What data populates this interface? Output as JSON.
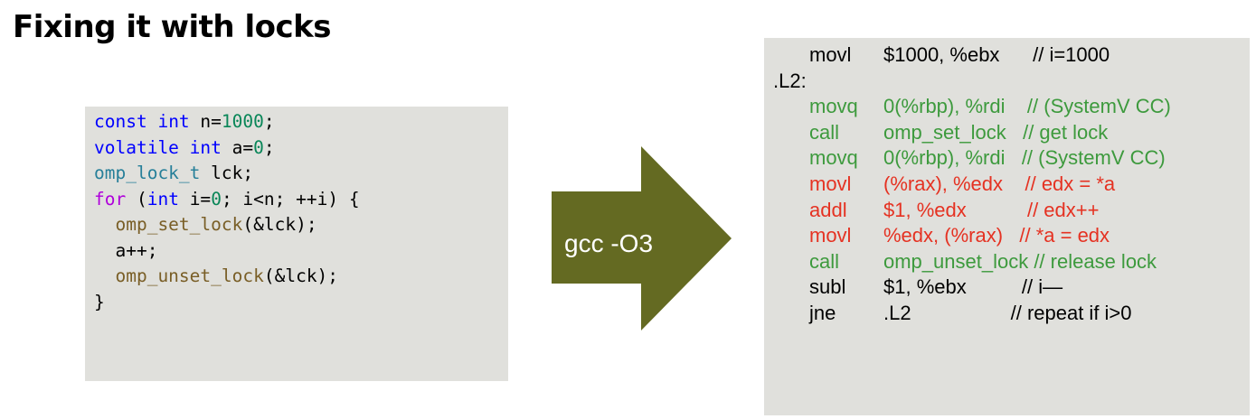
{
  "title": "Fixing it with locks",
  "source_code": {
    "lines": [
      [
        {
          "t": "const",
          "c": "kw"
        },
        {
          "t": " "
        },
        {
          "t": "int",
          "c": "kw"
        },
        {
          "t": " n="
        },
        {
          "t": "1000",
          "c": "num"
        },
        {
          "t": ";"
        }
      ],
      [
        {
          "t": "volatile",
          "c": "kw"
        },
        {
          "t": " "
        },
        {
          "t": "int",
          "c": "kw"
        },
        {
          "t": " a="
        },
        {
          "t": "0",
          "c": "num"
        },
        {
          "t": ";"
        }
      ],
      [
        {
          "t": "omp_lock_t",
          "c": "typ"
        },
        {
          "t": " lck;"
        }
      ],
      [
        {
          "t": "for",
          "c": "ctl"
        },
        {
          "t": " ("
        },
        {
          "t": "int",
          "c": "kw"
        },
        {
          "t": " i="
        },
        {
          "t": "0",
          "c": "num"
        },
        {
          "t": "; i<n; ++i) {"
        }
      ],
      [
        {
          "t": "  "
        },
        {
          "t": "omp_set_lock",
          "c": "fn"
        },
        {
          "t": "(&lck);"
        }
      ],
      [
        {
          "t": "  a++;"
        }
      ],
      [
        {
          "t": "  "
        },
        {
          "t": "omp_unset_lock",
          "c": "fn"
        },
        {
          "t": "(&lck);"
        }
      ],
      [
        {
          "t": "}"
        }
      ]
    ]
  },
  "arrow": {
    "label": "gcc -O3",
    "color": "#646a22"
  },
  "assembly": {
    "colors": {
      "black": "#000000",
      "green": "#3d9a3d",
      "red": "#e53222"
    },
    "lines": [
      {
        "op": "movl",
        "args": "$1000, %ebx      // i=1000",
        "color": "black"
      },
      {
        "label": ".L2:",
        "color": "black"
      },
      {
        "op": "movq",
        "args": "0(%rbp), %rdi    // (SystemV CC)",
        "color": "green"
      },
      {
        "op": "call",
        "args": "omp_set_lock   // get lock",
        "color": "green"
      },
      {
        "op": "movq",
        "args": "0(%rbp), %rdi   // (SystemV CC)",
        "color": "green"
      },
      {
        "op": "movl",
        "args": "(%rax), %edx    // edx = *a",
        "color": "red"
      },
      {
        "op": "addl",
        "args": "$1, %edx           // edx++",
        "color": "red"
      },
      {
        "op": "movl",
        "args": "%edx, (%rax)   // *a = edx",
        "color": "red"
      },
      {
        "op": "call",
        "args": "omp_unset_lock // release lock",
        "color": "green"
      },
      {
        "op": "subl",
        "args": "$1, %ebx          // i—",
        "color": "black"
      },
      {
        "op": "jne",
        "args": ".L2                  // repeat if i>0",
        "color": "black"
      }
    ]
  }
}
